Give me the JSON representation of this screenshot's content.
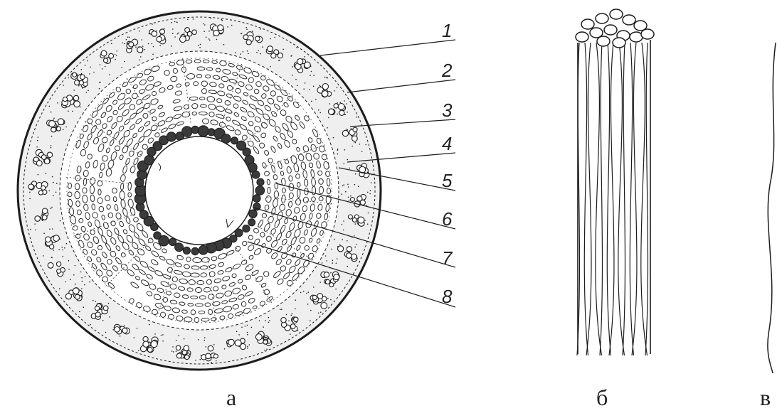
{
  "callouts": [
    "1",
    "2",
    "3",
    "4",
    "5",
    "6",
    "7",
    "8"
  ],
  "captions": {
    "a": "а",
    "b": "б",
    "c": "в"
  },
  "colors": {
    "ink": "#1c1c1c",
    "fill": "#efefef",
    "paper": "#ffffff"
  }
}
